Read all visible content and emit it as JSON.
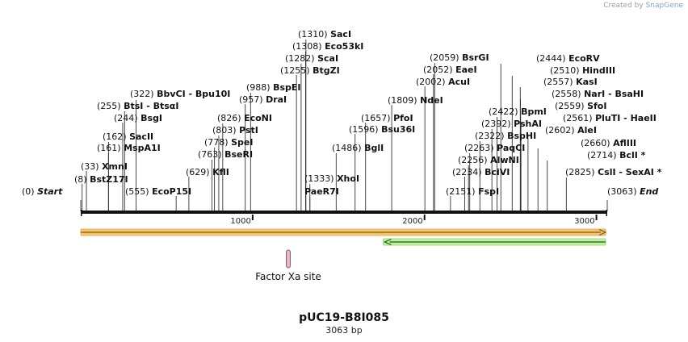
{
  "credit": {
    "created_by": "Created by",
    "brand": "SnapGene"
  },
  "plasmid": {
    "name": "pUC19-B8I085",
    "length_label": "3063 bp",
    "length": 3063
  },
  "ruler": {
    "ticks": [
      "1000",
      "2000",
      "3000"
    ]
  },
  "sites": [
    {
      "pos": "(0)",
      "name": "Start",
      "bp": 0,
      "italic": true
    },
    {
      "pos": "(8)",
      "name": "BstZ17I",
      "bp": 8
    },
    {
      "pos": "(33)",
      "name": "XmnI",
      "bp": 33
    },
    {
      "pos": "(161)",
      "name": "MspA1I",
      "bp": 161
    },
    {
      "pos": "(162)",
      "name": "SacII",
      "bp": 162
    },
    {
      "pos": "(244)",
      "name": "BsgI",
      "bp": 244
    },
    {
      "pos": "(255)",
      "name": "BtsI - BtsαI",
      "bp": 255
    },
    {
      "pos": "(322)",
      "name": "BbvCI - Bpu10I",
      "bp": 322
    },
    {
      "pos": "(555)",
      "name": "EcoP15I",
      "bp": 555
    },
    {
      "pos": "(629)",
      "name": "KflI",
      "bp": 629
    },
    {
      "pos": "(763)",
      "name": "BseRI",
      "bp": 763
    },
    {
      "pos": "(778)",
      "name": "SpeI",
      "bp": 778
    },
    {
      "pos": "(803)",
      "name": "PstI",
      "bp": 803
    },
    {
      "pos": "(826)",
      "name": "EcoNI",
      "bp": 826
    },
    {
      "pos": "(957)",
      "name": "DraI",
      "bp": 957
    },
    {
      "pos": "(988)",
      "name": "BspEI",
      "bp": 988
    },
    {
      "pos": "(1255)",
      "name": "BtgZI",
      "bp": 1255
    },
    {
      "pos": "(1282)",
      "name": "ScaI",
      "bp": 1282
    },
    {
      "pos": "(1308)",
      "name": "Eco53kI",
      "bp": 1308
    },
    {
      "pos": "(1310)",
      "name": "SacI",
      "bp": 1310
    },
    {
      "pos": "(1333)",
      "name": "XhoI",
      "bp": 1333
    },
    {
      "pos": "",
      "name": "PaeR7I",
      "bp": 1333
    },
    {
      "pos": "(1486)",
      "name": "BglI",
      "bp": 1486
    },
    {
      "pos": "(1596)",
      "name": "Bsu36I",
      "bp": 1596
    },
    {
      "pos": "(1657)",
      "name": "PfoI",
      "bp": 1657
    },
    {
      "pos": "(1809)",
      "name": "NdeI",
      "bp": 1809
    },
    {
      "pos": "(2002)",
      "name": "AcuI",
      "bp": 2002
    },
    {
      "pos": "(2052)",
      "name": "EaeI",
      "bp": 2052
    },
    {
      "pos": "(2059)",
      "name": "BsrGI",
      "bp": 2059
    },
    {
      "pos": "(2151)",
      "name": "FspI",
      "bp": 2151
    },
    {
      "pos": "(2234)",
      "name": "BciVI",
      "bp": 2234
    },
    {
      "pos": "(2256)",
      "name": "AlwNI",
      "bp": 2256
    },
    {
      "pos": "(2263)",
      "name": "PaqCI",
      "bp": 2263
    },
    {
      "pos": "(2322)",
      "name": "BspHI",
      "bp": 2322
    },
    {
      "pos": "(2392)",
      "name": "PshAI",
      "bp": 2392
    },
    {
      "pos": "(2422)",
      "name": "BpmI",
      "bp": 2422
    },
    {
      "pos": "(2444)",
      "name": "EcoRV",
      "bp": 2444
    },
    {
      "pos": "(2510)",
      "name": "HindIII",
      "bp": 2510
    },
    {
      "pos": "(2557)",
      "name": "KasI",
      "bp": 2557
    },
    {
      "pos": "(2558)",
      "name": "NarI - BsaHI",
      "bp": 2558
    },
    {
      "pos": "(2559)",
      "name": "SfoI",
      "bp": 2559
    },
    {
      "pos": "(2561)",
      "name": "PluTI - HaeII",
      "bp": 2561
    },
    {
      "pos": "(2602)",
      "name": "AleI",
      "bp": 2602
    },
    {
      "pos": "(2660)",
      "name": "AflIII",
      "bp": 2660
    },
    {
      "pos": "(2714)",
      "name": "BclI *",
      "bp": 2714
    },
    {
      "pos": "(2825)",
      "name": "CslI - SexAI *",
      "bp": 2825
    },
    {
      "pos": "(3063)",
      "name": "End",
      "bp": 3063,
      "italic": true
    }
  ],
  "features": [
    {
      "name": "orange-feature",
      "color": "#f0a830",
      "start": 0,
      "end": 3063,
      "direction": "forward"
    },
    {
      "name": "green-feature",
      "color": "#7ed957",
      "start": 1750,
      "end": 3063,
      "direction": "reverse"
    },
    {
      "name": "factor-xa-site",
      "label": "Factor Xa site",
      "color": "#e8b4cc",
      "bp": 1200
    }
  ],
  "colors": {
    "backbone": "#111111",
    "text": "#111111",
    "muted": "#222222"
  }
}
